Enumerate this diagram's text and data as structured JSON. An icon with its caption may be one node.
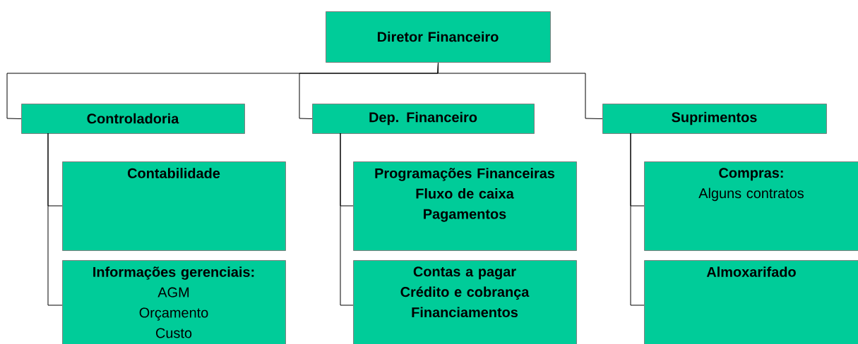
{
  "diagram": {
    "nodes": [
      {
        "text": [
          "Diretor Financeiro"
        ]
      },
      {
        "text": [
          "Controladoria"
        ]
      },
      {
        "text": [
          "Dep. Financeiro"
        ]
      },
      {
        "text": [
          "Suprimentos"
        ]
      },
      {
        "text": [
          "Contabilidade"
        ]
      },
      {
        "text": [
          "Informações gerenciais:",
          "AGM",
          "Orçamento",
          "Custo"
        ]
      },
      {
        "text": [
          "Programações Financeiras",
          "Fluxo de caixa",
          "Pagamentos"
        ]
      },
      {
        "text": [
          "Contas a pagar",
          "Crédito e cobrança",
          "Financiamentos"
        ]
      },
      {
        "text": [
          "Compras:",
          "Alguns contratos"
        ]
      },
      {
        "text": [
          "Almoxarifado"
        ]
      }
    ],
    "edges": [
      {
        "from": 0,
        "to": 1,
        "arrow": "none"
      },
      {
        "from": 0,
        "to": 2,
        "arrow": "none"
      },
      {
        "from": 0,
        "to": 3,
        "arrow": "none"
      },
      {
        "from": 1,
        "to": 4,
        "arrow": "none"
      },
      {
        "from": 1,
        "to": 5,
        "arrow": "none"
      },
      {
        "from": 2,
        "to": 6,
        "arrow": "none"
      },
      {
        "from": 2,
        "to": 7,
        "arrow": "none"
      },
      {
        "from": 3,
        "to": 8,
        "arrow": "none"
      },
      {
        "from": 3,
        "to": 9,
        "arrow": "none"
      }
    ]
  }
}
